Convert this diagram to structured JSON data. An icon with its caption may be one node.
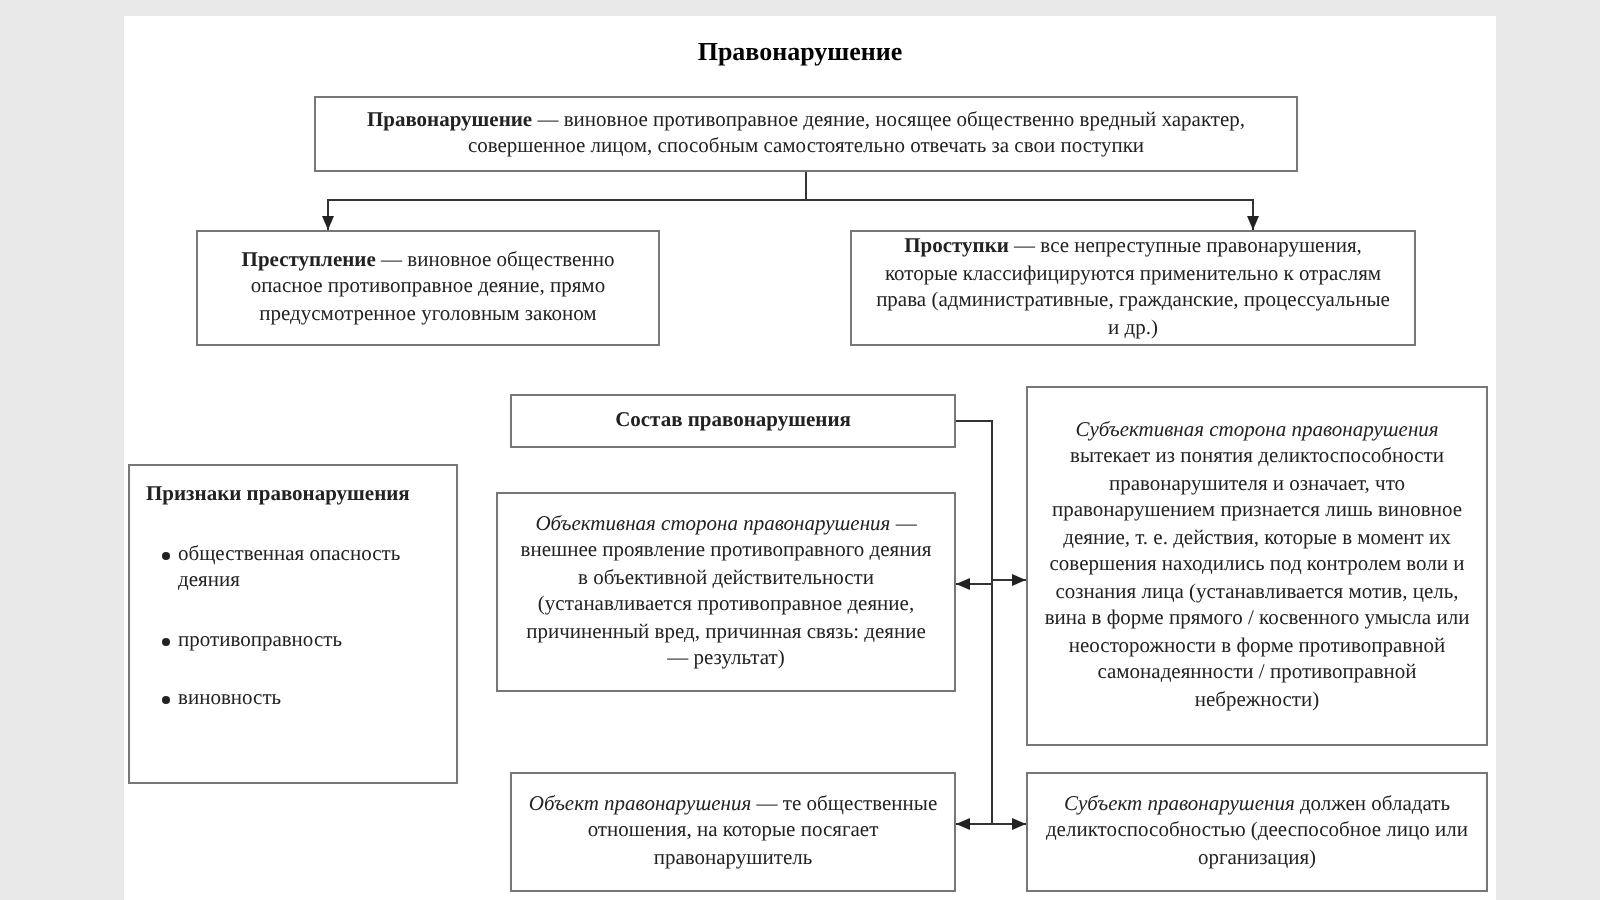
{
  "diagram": {
    "title": "Правонарушение",
    "nodes": [
      {
        "text": [
          "**Правонарушение** — виновное противоправное деяние, носящее общественно вредный характер, совершенное лицом, способным самостоятельно отвечать за свои поступки"
        ]
      },
      {
        "text": [
          "**Преступление** — виновное общественно опасное противоправное деяние, прямо предусмотренное уголовным законом"
        ]
      },
      {
        "text": [
          "**Проступки** — все непреступные правонарушения, которые классифицируются применительно к отраслям права (административные, гражданские, процессуальные и др.)"
        ]
      },
      {
        "text": [
          "Состав правонарушения"
        ]
      },
      {
        "text": [
          "Признаки правонарушения",
          "общественная опасность деяния",
          "противоправность",
          "виновность"
        ]
      },
      {
        "text": [
          "*Объективная сторона правонарушения* — внешнее проявление противоправного деяния в объективной действительности (устанавливается противоправное деяние, причиненный вред, причинная связь: деяние — результат)"
        ]
      },
      {
        "text": [
          "*Субъективная сторона правонарушения* вытекает из понятия деликтоспособности правонарушителя и означает, что правонарушением признается лишь виновное деяние, т. е. действия, которые в момент их совершения находились под контролем воли и сознания лица (устанавливается мотив, цель, вина в форме прямого / косвенного умысла или неосторожности в форме противоправной самонадеянности / противоправной небрежности)"
        ]
      },
      {
        "text": [
          "*Объект правонарушения* — те общественные отношения, на которые посягает правонарушитель"
        ]
      },
      {
        "text": [
          "*Субъект правонарушения* должен обладать деликтоспособностью (дееспособное лицо или организация)"
        ]
      }
    ],
    "edges": [
      {
        "from": 0,
        "to": 1,
        "arrow": "to"
      },
      {
        "from": 0,
        "to": 2,
        "arrow": "to"
      },
      {
        "from": 3,
        "to": 5,
        "arrow": "to"
      },
      {
        "from": 3,
        "to": 6,
        "arrow": "to"
      },
      {
        "from": 3,
        "to": 7,
        "arrow": "to"
      },
      {
        "from": 3,
        "to": 8,
        "arrow": "to"
      }
    ]
  }
}
